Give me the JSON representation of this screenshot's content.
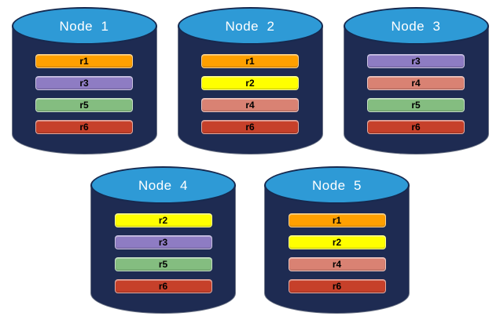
{
  "colors": {
    "background": "#ffffff",
    "cylinder_body": "#1E2B52",
    "cylinder_top": "#2E9AD6",
    "cylinder_top_outline": "#16294F",
    "cylinder_side_outline": "#6E7687",
    "title_text": "#FFFFFF",
    "bar_text": "#000000",
    "replicas": {
      "r1": "#FFA000",
      "r2": "#FFFF00",
      "r3": "#8E7CC3",
      "r4": "#D98273",
      "r5": "#84BD80",
      "r6": "#C6402A"
    }
  },
  "nodes": [
    {
      "name": "Node  1",
      "replicas": [
        "r1",
        "r3",
        "r5",
        "r6"
      ]
    },
    {
      "name": "Node  2",
      "replicas": [
        "r1",
        "r2",
        "r4",
        "r6"
      ]
    },
    {
      "name": "Node  3",
      "replicas": [
        "r3",
        "r4",
        "r5",
        "r6"
      ]
    },
    {
      "name": "Node  4",
      "replicas": [
        "r2",
        "r3",
        "r5",
        "r6"
      ]
    },
    {
      "name": "Node  5",
      "replicas": [
        "r1",
        "r2",
        "r4",
        "r6"
      ]
    }
  ]
}
